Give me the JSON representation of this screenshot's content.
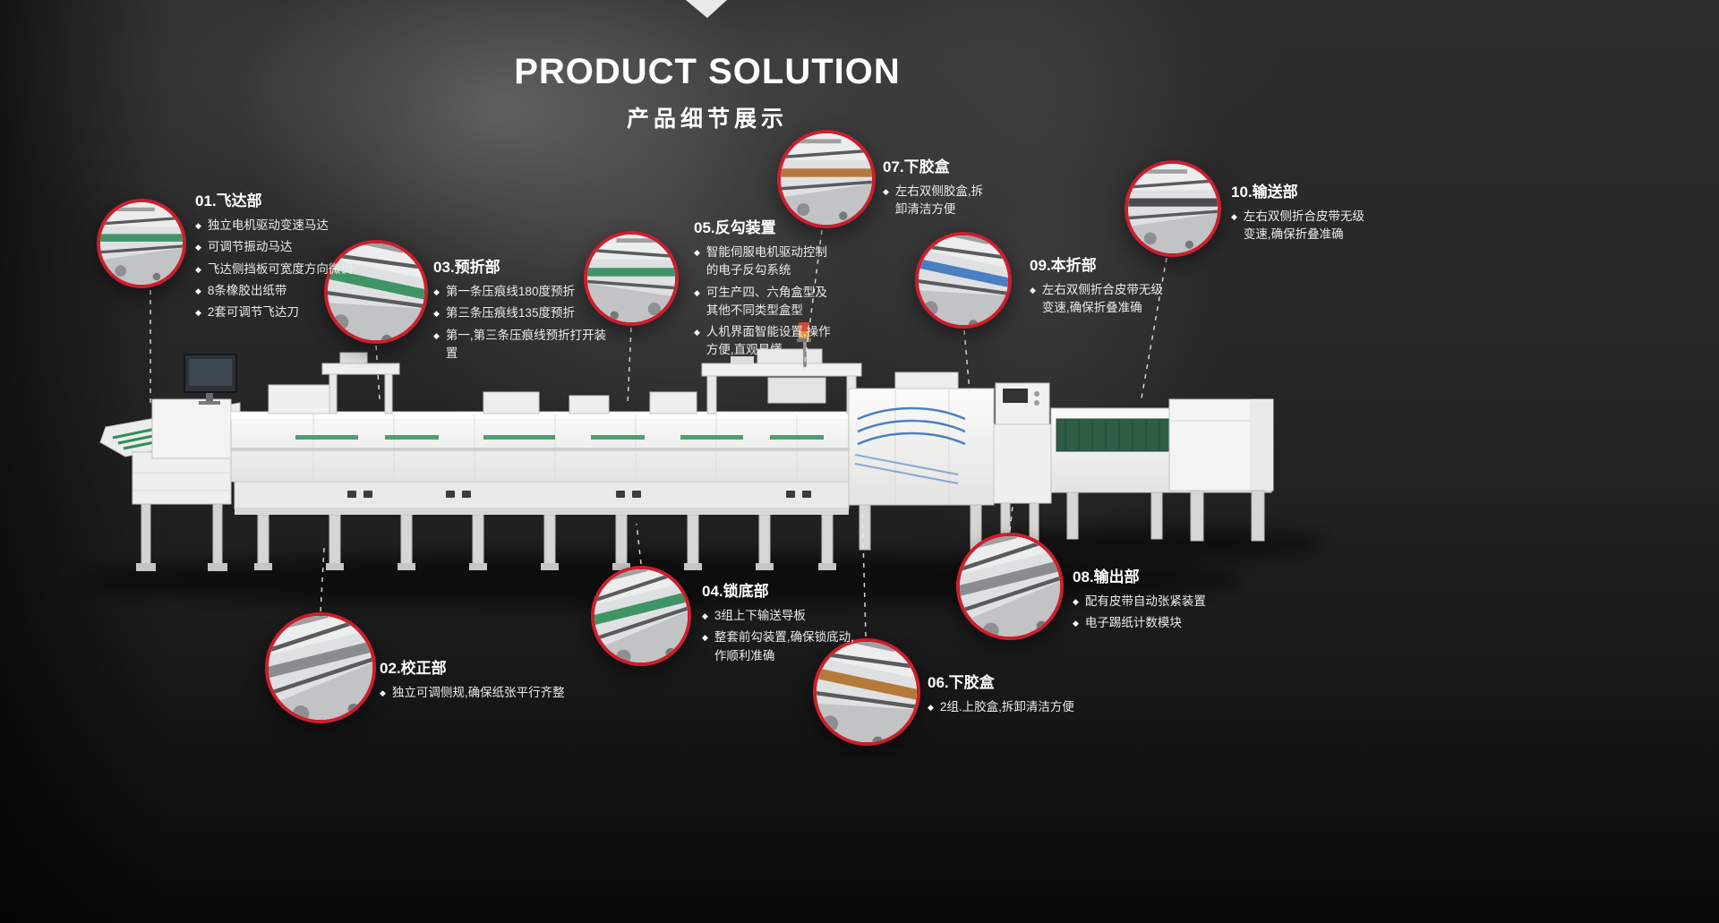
{
  "page": {
    "title": "PRODUCT SOLUTION",
    "subtitle": "产品细节展示"
  },
  "ui": {
    "bullet_marker": "◆"
  },
  "colors": {
    "accent_red": "#cb1f2e",
    "belt_green": "#3f9465",
    "belt_blue": "#4a7fc1",
    "background_dark": "#1c1c1c"
  },
  "callouts": [
    {
      "id": "01",
      "title": "01.飞达部",
      "bullets": [
        "独立电机驱动变速马达",
        "可调节振动马达",
        "飞达侧挡板可宽度方向微调",
        "8条橡胶出纸带",
        "2套可调节飞达刀"
      ]
    },
    {
      "id": "02",
      "title": "02.校正部",
      "bullets": [
        "独立可调侧规,确保纸张平行齐整"
      ]
    },
    {
      "id": "03",
      "title": "03.预折部",
      "bullets": [
        "第一条压痕线180度预折",
        "第三条压痕线135度预折",
        "第一,第三条压痕线预折打开装置"
      ]
    },
    {
      "id": "04",
      "title": "04.锁底部",
      "bullets": [
        "3组上下输送导板",
        "整套前勾装置,确保锁底动,作顺利准确"
      ]
    },
    {
      "id": "05",
      "title": "05.反勾装置",
      "bullets": [
        "智能伺服电机驱动控制的电子反勾系统",
        "可生产四、六角盒型及其他不同类型盒型",
        "人机界面智能设置,操作方便,直观易懂。"
      ]
    },
    {
      "id": "06",
      "title": "06.下胶盒",
      "bullets": [
        "2组.上胶盒,拆卸清洁方便"
      ]
    },
    {
      "id": "07",
      "title": "07.下胶盒",
      "bullets": [
        "左右双侧胶盒,拆卸清洁方便"
      ]
    },
    {
      "id": "08",
      "title": "08.输出部",
      "bullets": [
        "配有皮带自动张紧装置",
        "电子踢纸计数模块"
      ]
    },
    {
      "id": "09",
      "title": "09.本折部",
      "bullets": [
        "左右双侧折合皮带无级变速,确保折叠准确"
      ]
    },
    {
      "id": "10",
      "title": "10.输送部",
      "bullets": [
        "左右双侧折合皮带无级变速,确保折叠准确"
      ]
    }
  ]
}
